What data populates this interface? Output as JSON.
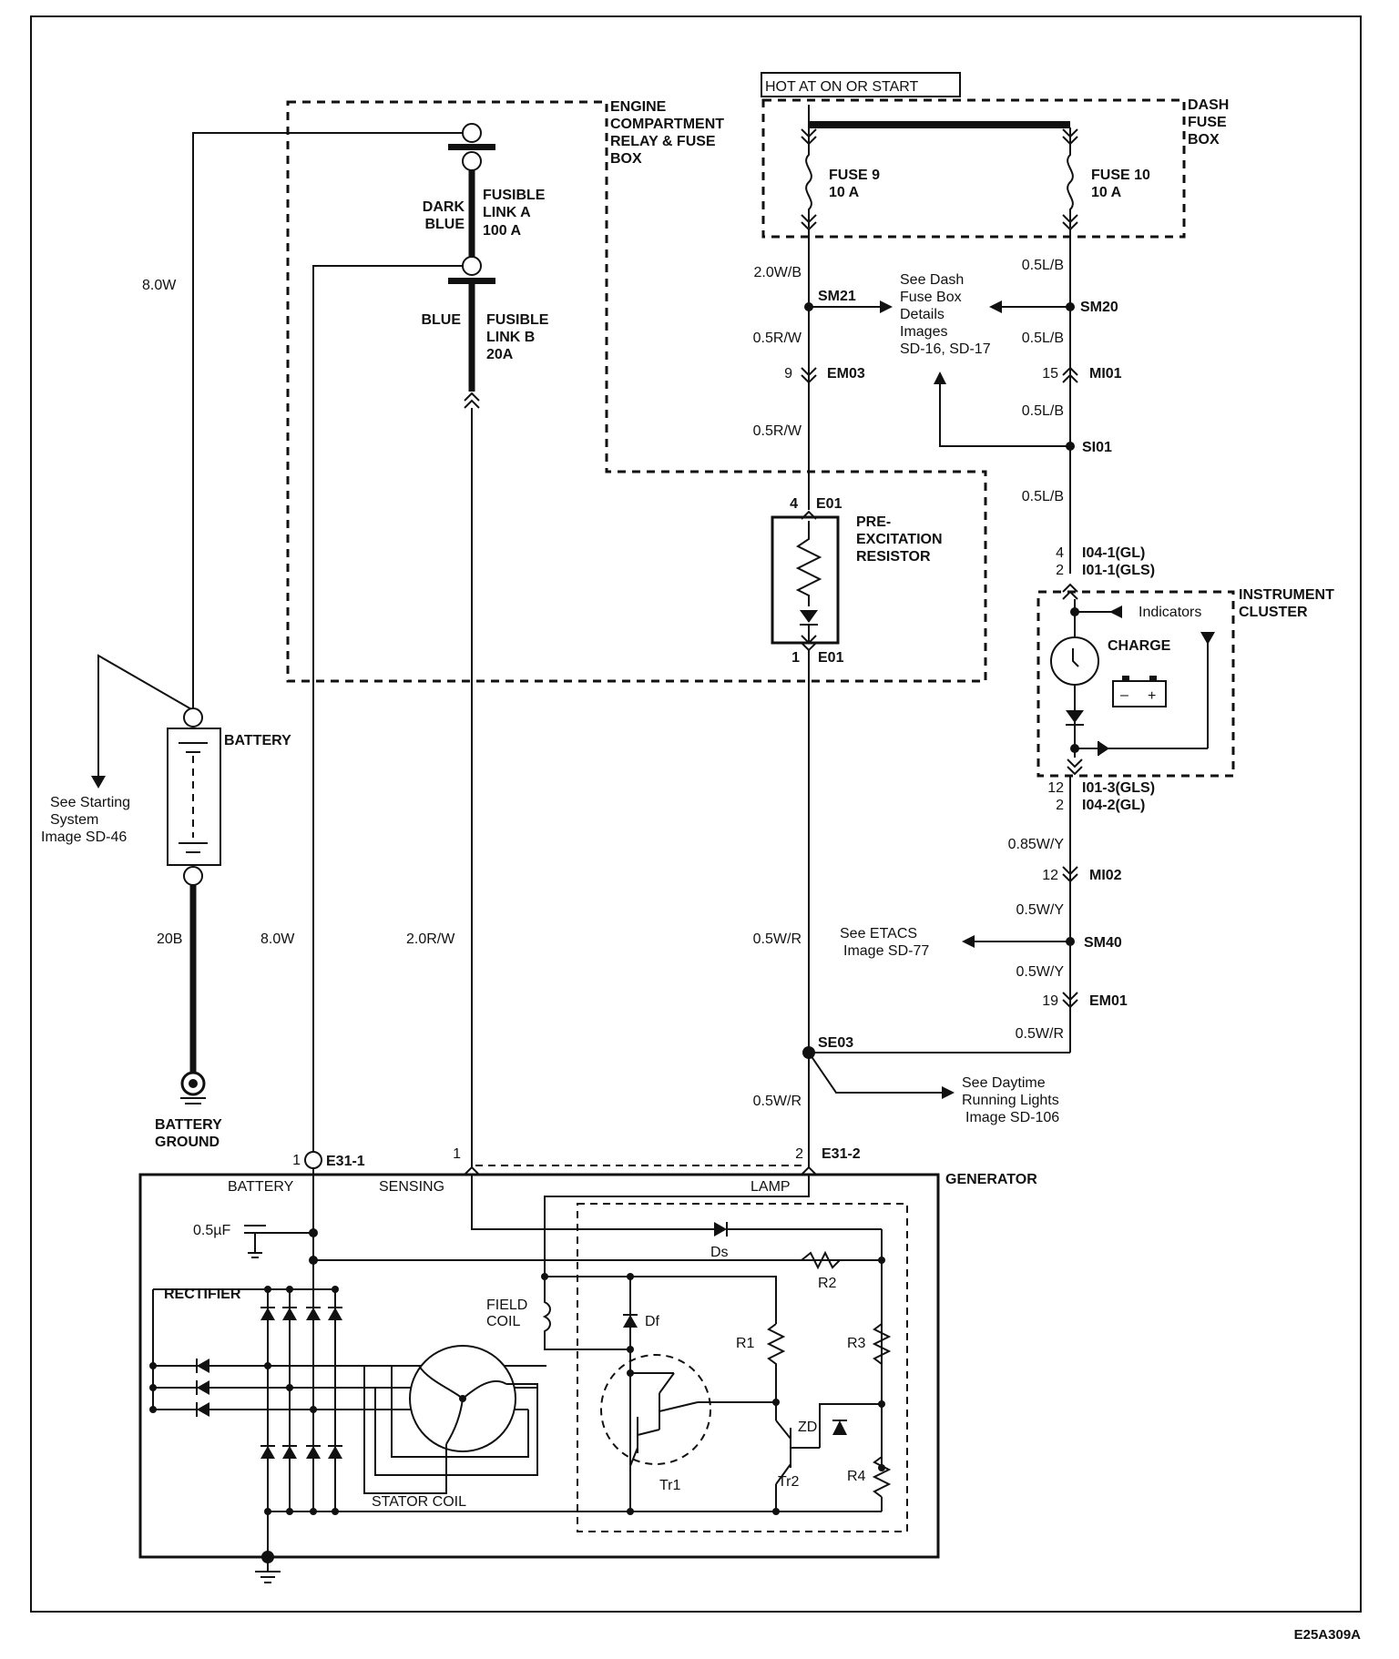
{
  "hot_label": "HOT AT ON OR START",
  "boxes": {
    "dash_fuse_box": "DASH FUSE BOX",
    "engine_compartment": "ENGINE COMPARTMENT RELAY & FUSE BOX",
    "instrument_cluster": "INSTRUMENT CLUSTER",
    "generator": "GENERATOR"
  },
  "fuses": {
    "fuse9": "FUSE 9",
    "fuse9_amp": "10 A",
    "fuse10": "FUSE 10",
    "fuse10_amp": "10 A"
  },
  "fusible_links": {
    "a_color": "DARK BLUE",
    "a_name": "FUSIBLE LINK A",
    "a_amp": "100 A",
    "b_color": "BLUE",
    "b_name": "FUSIBLE LINK B",
    "b_amp": "20A"
  },
  "wires": {
    "w_80w_top": "8.0W",
    "w_20wb": "2.0W/B",
    "w_05rw_1": "0.5R/W",
    "w_05rw_2": "0.5R/W",
    "w_05lb_1": "0.5L/B",
    "w_05lb_2": "0.5L/B",
    "w_05lb_3": "0.5L/B",
    "w_05lb_4": "0.5L/B",
    "w_085wy": "0.85W/Y",
    "w_05wy_1": "0.5W/Y",
    "w_05wy_2": "0.5W/Y",
    "w_05wr_1": "0.5W/R",
    "w_05wr_2": "0.5W/R",
    "w_05wr_3": "0.5W/R",
    "w_20b": "20B",
    "w_80w_bot": "8.0W",
    "w_20rw": "2.0R/W"
  },
  "connectors": {
    "sm21": "SM21",
    "sm20": "SM20",
    "em03": "EM03",
    "em03_pin": "9",
    "mi01": "MI01",
    "mi01_pin": "15",
    "si01": "SI01",
    "e01_top": "E01",
    "e01_top_pin": "4",
    "e01_bot": "E01",
    "e01_bot_pin": "1",
    "i04_1": "I04-1(GL)",
    "i04_1_pin": "4",
    "i01_1": "I01-1(GLS)",
    "i01_1_pin": "2",
    "i01_3": "I01-3(GLS)",
    "i01_3_pin": "12",
    "i04_2": "I04-2(GL)",
    "i04_2_pin": "2",
    "mi02": "MI02",
    "mi02_pin": "12",
    "sm40": "SM40",
    "em01": "EM01",
    "em01_pin": "19",
    "se03": "SE03",
    "e31_1": "E31-1",
    "e31_1_pin": "1",
    "e31_2": "E31-2",
    "e31_2_pin": "2",
    "sensing_pin": "1"
  },
  "components": {
    "pre_resistor": "PRE- EXCITATION RESISTOR",
    "battery": "BATTERY",
    "battery_ground": "BATTERY GROUND",
    "indicators": "Indicators",
    "charge": "CHARGE"
  },
  "references": {
    "dash_fuse_details": [
      "See Dash",
      "Fuse Box",
      "Details",
      "Images",
      "SD-16, SD-17"
    ],
    "starting": [
      "See Starting",
      "System",
      "Image SD-46"
    ],
    "etacs": [
      "See ETACS",
      "Image   SD-77"
    ],
    "drl": [
      "See Daytime",
      "Running Lights",
      "Image   SD-106"
    ]
  },
  "generator": {
    "battery": "BATTERY",
    "sensing": "SENSING",
    "lamp": "LAMP",
    "cap": "0.5µF",
    "rectifier": "RECTIFIER",
    "field_coil": "FIELD COIL",
    "stator_coil": "STATOR COIL",
    "ds": "Ds",
    "df": "Df",
    "r1": "R1",
    "r2": "R2",
    "r3": "R3",
    "r4": "R4",
    "zd": "ZD",
    "tr1": "Tr1",
    "tr2": "Tr2"
  },
  "figure_id": "E25A309A"
}
